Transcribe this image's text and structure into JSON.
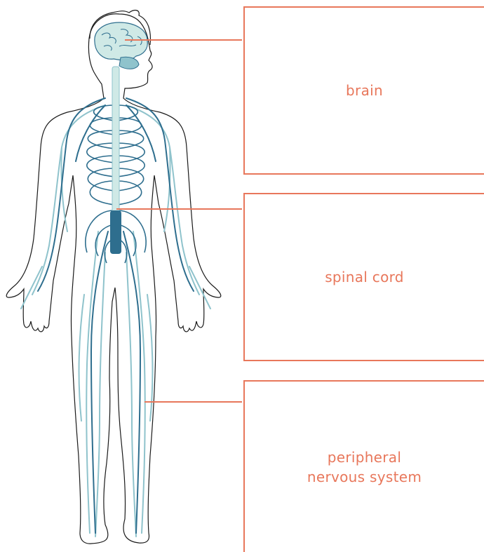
{
  "colors": {
    "accent": "#E8775B",
    "nerve_dark": "#2E6E8E",
    "nerve_light": "#8FC3CC",
    "brain_fill": "#CFE9E6",
    "outline": "#1A1A1A"
  },
  "labels": {
    "brain": "brain",
    "spinal_cord": "spinal cord",
    "peripheral_line1": "peripheral",
    "peripheral_line2": "nervous system"
  }
}
